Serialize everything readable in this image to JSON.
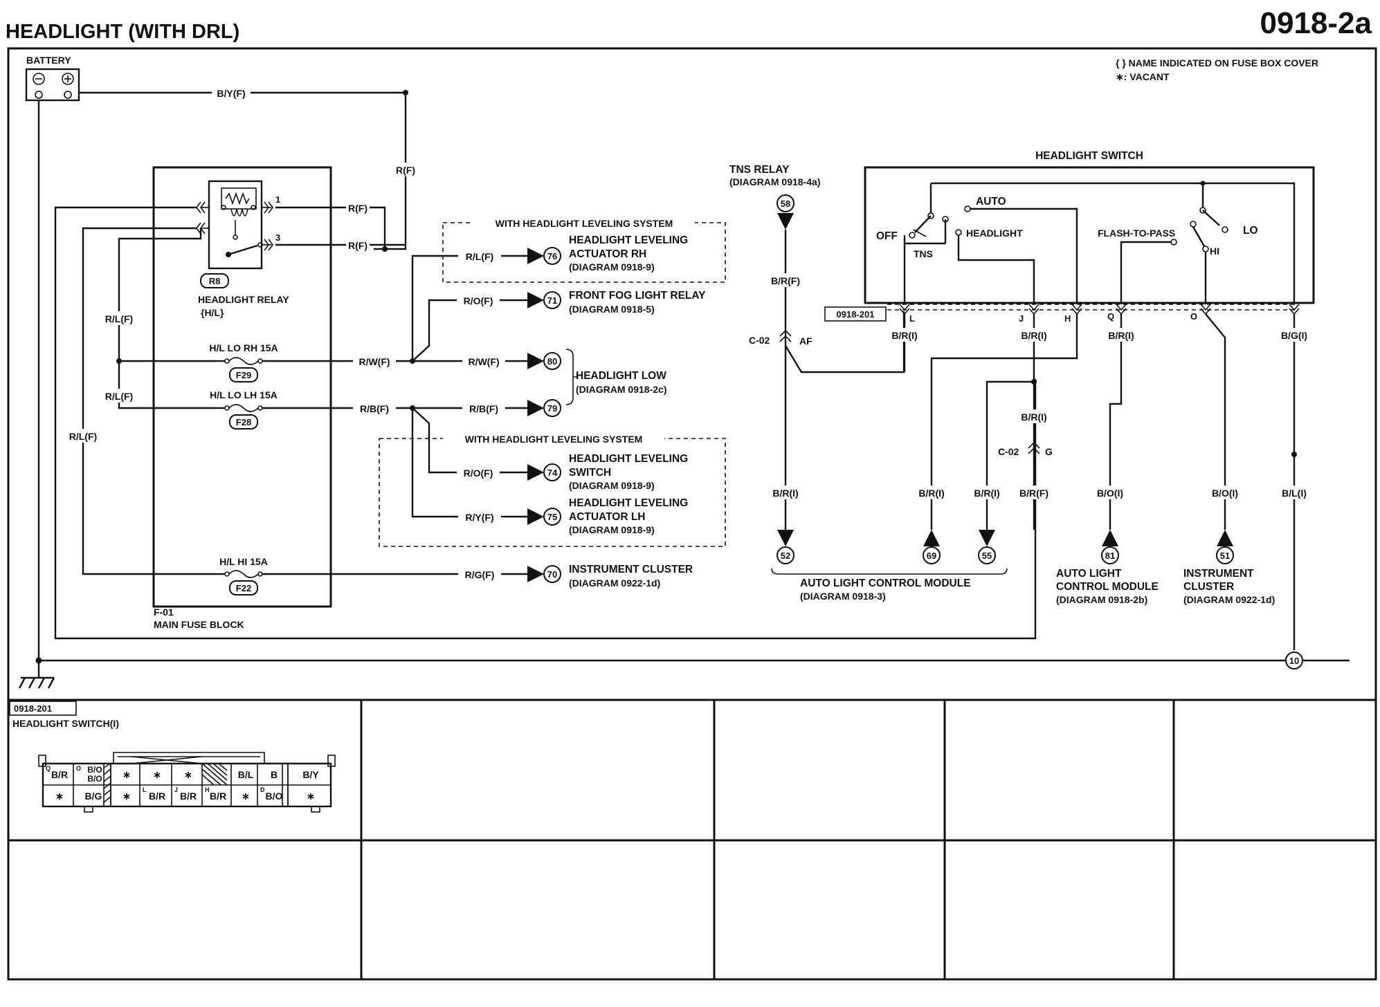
{
  "header": {
    "title": "HEADLIGHT (WITH DRL)",
    "page_code": "0918-2a"
  },
  "legend": {
    "braces": "{ } NAME INDICATED ON FUSE BOX COVER",
    "vacant": "∗: VACANT"
  },
  "battery": {
    "label": "BATTERY"
  },
  "fuse_block": {
    "code": "F-01",
    "name": "MAIN FUSE BLOCK",
    "relay_code": "R8",
    "relay_name": "HEADLIGHT RELAY",
    "relay_cover": "{H/L}",
    "pin1": "1",
    "pin3": "3",
    "fuses": [
      {
        "name": "H/L LO RH 15A",
        "code": "F29"
      },
      {
        "name": "H/L LO LH 15A",
        "code": "F28"
      },
      {
        "name": "H/L HI 15A",
        "code": "F22"
      }
    ]
  },
  "wires": {
    "by": "B/Y(F)",
    "r_top": "R(F)",
    "r1": "R(F)",
    "r3": "R(F)",
    "rl1": "R/L(F)",
    "rl2": "R/L(F)",
    "rl3": "R/L(F)",
    "rw": "R/W(F)",
    "rw2": "R/W(F)",
    "rb": "R/B(F)",
    "rb2": "R/B(F)",
    "rl_act": "R/L(F)",
    "ro_fog": "R/O(F)",
    "ro_sw": "R/O(F)",
    "ry": "R/Y(F)",
    "rg": "R/G(F)",
    "br_f_tns": "B/R(F)",
    "br_i_tns": "B/R(I)",
    "br_l": "B/R(I)",
    "br_j": "B/R(I)",
    "br_q": "B/R(I)",
    "bg": "B/G(I)",
    "br_mid": "B/R(I)",
    "br_69": "B/R(I)",
    "br_55": "B/R(I)",
    "br_f_g": "B/R(F)",
    "bo_81": "B/O(I)",
    "bo_51": "B/O(I)",
    "bl": "B/L(I)"
  },
  "groups": {
    "lev1": "WITH HEADLIGHT LEVELING SYSTEM",
    "lev2": "WITH HEADLIGHT LEVELING SYSTEM"
  },
  "destinations": [
    {
      "num": "76",
      "line1": "HEADLIGHT LEVELING",
      "line2": "ACTUATOR RH",
      "line3": "(DIAGRAM 0918-9)"
    },
    {
      "num": "71",
      "line1": "FRONT FOG LIGHT RELAY",
      "line2": "(DIAGRAM 0918-5)"
    },
    {
      "num": "80"
    },
    {
      "num": "79"
    },
    {
      "num": "74",
      "line1": "HEADLIGHT LEVELING",
      "line2": "SWITCH",
      "line3": "(DIAGRAM 0918-9)"
    },
    {
      "num": "75",
      "line1": "HEADLIGHT LEVELING",
      "line2": "ACTUATOR LH",
      "line3": "(DIAGRAM 0918-9)"
    },
    {
      "num": "70",
      "line1": "INSTRUMENT CLUSTER",
      "line2": "(DIAGRAM 0922-1d)"
    }
  ],
  "headlight_low": {
    "line1": "HEADLIGHT LOW",
    "line2": "(DIAGRAM 0918-2c)"
  },
  "tns_relay": {
    "line1": "TNS RELAY",
    "line2": "(DIAGRAM 0918-4a)",
    "num": "58"
  },
  "connector_c02": {
    "code_af": "C-02",
    "pin_af": "AF",
    "code_g": "C-02",
    "pin_g": "G"
  },
  "headlight_switch": {
    "title": "HEADLIGHT SWITCH",
    "off": "OFF",
    "tns": "TNS",
    "auto": "AUTO",
    "headlight": "HEADLIGHT",
    "flash": "FLASH-TO-PASS",
    "lo": "LO",
    "hi": "HI",
    "connector": "0918-201",
    "pins": {
      "l": "L",
      "j": "J",
      "h": "H",
      "q": "Q",
      "o": "O"
    }
  },
  "bottom_modules": [
    {
      "num": "52"
    },
    {
      "num": "69"
    },
    {
      "num": "55"
    },
    {
      "num": "81",
      "line1": "AUTO LIGHT",
      "line2": "CONTROL MODULE",
      "line3": "(DIAGRAM 0918-2b)"
    },
    {
      "num": "51",
      "line1": "INSTRUMENT",
      "line2": "CLUSTER",
      "line3": "(DIAGRAM 0922-1d)"
    }
  ],
  "auto_light_module": {
    "line1": "AUTO LIGHT CONTROL MODULE",
    "line2": "(DIAGRAM 0918-3)"
  },
  "ground": {
    "num": "10"
  },
  "connector_view": {
    "code": "0918-201",
    "title": "HEADLIGHT SWITCH(I)",
    "top_row": [
      {
        "label": "B/R",
        "pin": "Q"
      },
      {
        "label": "B/O",
        "label2": "B/O",
        "pin": "O"
      },
      {
        "label": "∗"
      },
      {
        "label": "∗"
      },
      {
        "label": "∗"
      },
      {
        "label": ""
      },
      {
        "label": "B/L"
      },
      {
        "label": "B"
      },
      {
        "label": "B/Y"
      }
    ],
    "bottom_row": [
      {
        "label": "∗"
      },
      {
        "label": "B/G"
      },
      {
        "label": "∗"
      },
      {
        "label": "B/R",
        "pin": "L"
      },
      {
        "label": "B/R",
        "pin": "J"
      },
      {
        "label": "B/R",
        "pin": "H"
      },
      {
        "label": "∗"
      },
      {
        "label": "B/O",
        "pin": "D"
      },
      {
        "label": "∗"
      }
    ]
  }
}
